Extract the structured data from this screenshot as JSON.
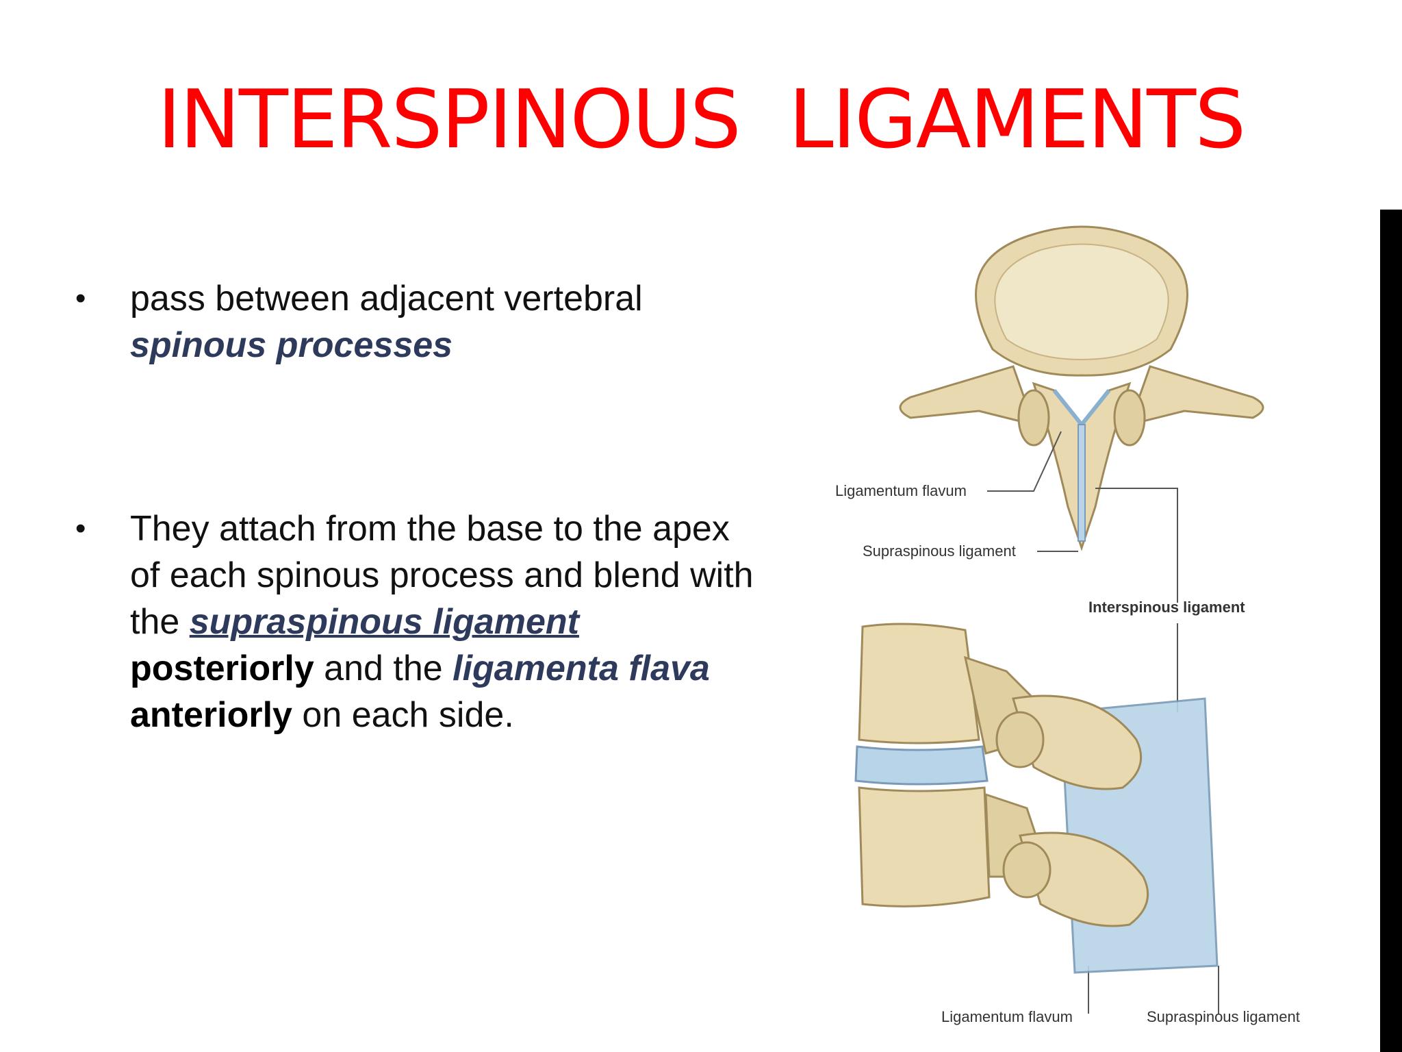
{
  "slide": {
    "title": "INTERSPINOUS  LIGAMENTS"
  },
  "bullets": [
    {
      "marker": "•",
      "text_1": "pass between adjacent vertebral ",
      "term_1": "spinous processes"
    },
    {
      "marker": "•",
      "text_1": "They attach from the base to the apex of each spinous process and blend with the ",
      "term_1": "supraspinous ligament",
      "text_2": " ",
      "bold_1": "posteriorly",
      "text_3": " and the ",
      "term_2": "ligamenta flava",
      "text_4": " ",
      "bold_2": "anteriorly",
      "text_5": " on each side."
    }
  ],
  "figure": {
    "labels": {
      "ligamentum_flavum_top": "Ligamentum flavum",
      "supraspinous_top": "Supraspinous ligament",
      "interspinous": "Interspinous ligament",
      "ligamentum_flavum_bottom": "Ligamentum flavum",
      "supraspinous_bottom": "Supraspinous ligament"
    }
  },
  "colors": {
    "title": "#ff0000",
    "term": "#2e3a5c",
    "bone": "#e8d9b0",
    "ligament": "#b8d4e8"
  }
}
